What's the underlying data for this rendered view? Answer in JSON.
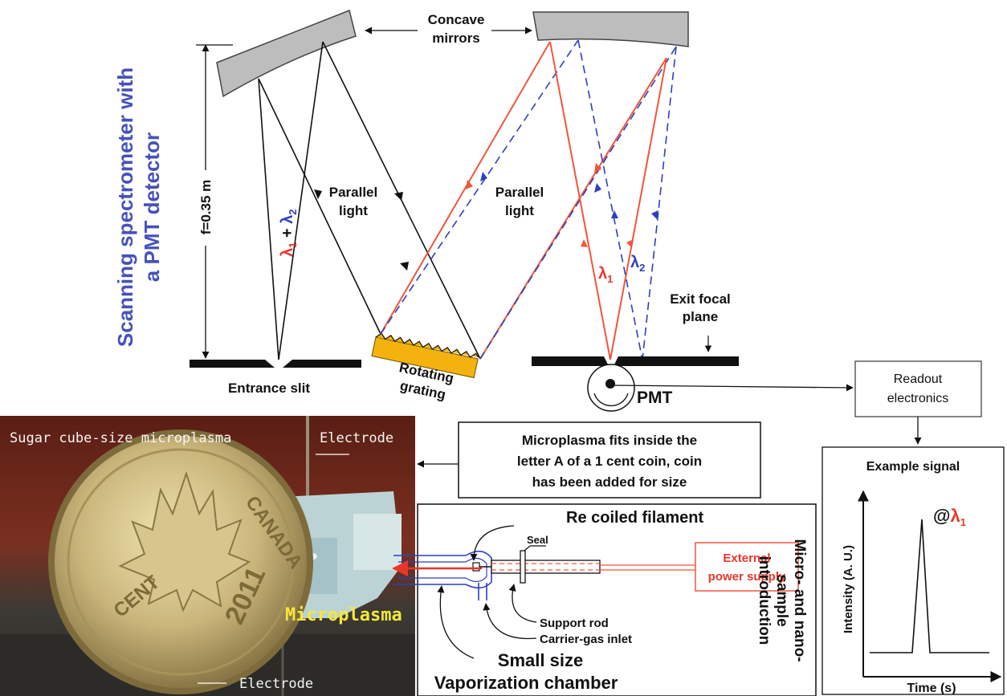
{
  "title": {
    "line1": "Scanning spectrometer with",
    "line2": "a PMT detector"
  },
  "focal_length": "f=0.35 m",
  "concave_mirrors": {
    "line1": "Concave",
    "line2": "mirrors"
  },
  "parallel_light_left": {
    "line1": "Parallel",
    "line2": "light"
  },
  "parallel_light_right": {
    "line1": "Parallel",
    "line2": "light"
  },
  "lambda_sum": {
    "l1": "λ",
    "sub1": "1",
    "plus": " + ",
    "l2": "λ",
    "sub2": "2"
  },
  "lambda1": {
    "l": "λ",
    "sub": "1"
  },
  "lambda2": {
    "l": "λ",
    "sub": "2"
  },
  "entrance_slit": "Entrance slit",
  "rotating_grating": {
    "line1": "Rotating",
    "line2": "grating"
  },
  "pmt": "PMT",
  "exit_focal_plane": {
    "line1": "Exit focal",
    "line2": "plane"
  },
  "readout": {
    "line1": "Readout",
    "line2": "electronics"
  },
  "microplasma_note": {
    "line1": "Microplasma fits inside the",
    "line2": "letter A of a 1 cent coin, coin",
    "line3": "has been added for size"
  },
  "photo": {
    "caption": "Sugar cube-size microplasma",
    "electrode_top": "Electrode",
    "electrode_bottom": "Electrode",
    "microplasma": "Microplasma",
    "coin_year": "2011",
    "coin_country": "CANADA",
    "coin_value": "CENT"
  },
  "vaporization": {
    "filament": "Re coiled filament",
    "seal": "Seal",
    "power": {
      "line1": "External",
      "line2": "power supply"
    },
    "support_rod": "Support rod",
    "carrier_gas": "Carrier-gas inlet",
    "small_size": "Small size",
    "chamber": "Vaporization chamber",
    "micro_nano": {
      "line1": "Micro- and nano-",
      "line2": "sample",
      "line3": "introduction"
    }
  },
  "example_signal": {
    "title": "Example signal",
    "ylabel": "Intensity (A. U.)",
    "xlabel": "Time (s)",
    "peak_label": "@",
    "peak_sub": "λ",
    "peak_idx": "1"
  },
  "colors": {
    "red": "#f2553a",
    "blue": "#2f3fbf",
    "title_blue": "#4652b8",
    "grating": "#f3b20e",
    "mirror": "#bdbdbd"
  }
}
